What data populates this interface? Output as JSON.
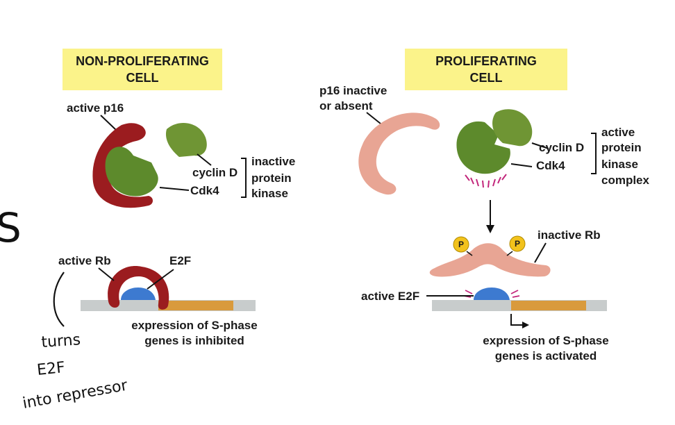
{
  "left_panel": {
    "title_line1": "NON-PROLIFERATING",
    "title_line2": "CELL",
    "p16_label": "active p16",
    "cyclin_label": "cyclin D",
    "cdk_label": "Cdk4",
    "complex_line1": "inactive",
    "complex_line2": "protein",
    "complex_line3": "kinase",
    "rb_label": "active Rb",
    "e2f_label": "E2F",
    "caption_line1": "expression of S-phase",
    "caption_line2": "genes is inhibited"
  },
  "right_panel": {
    "title_line1": "PROLIFERATING",
    "title_line2": "CELL",
    "p16_line1": "p16 inactive",
    "p16_line2": "or absent",
    "cyclin_label": "cyclin D",
    "cdk_label": "Cdk4",
    "complex_line1": "active",
    "complex_line2": "protein",
    "complex_line3": "kinase",
    "complex_line4": "complex",
    "phosphate_1": "P",
    "phosphate_2": "P",
    "rb_label": "inactive Rb",
    "e2f_label": "active E2F",
    "caption_line1": "expression of S-phase",
    "caption_line2": "genes is activated"
  },
  "handwriting": {
    "margin_letter": "S",
    "line1": "turns",
    "line2": "E2F",
    "line3": "into repressor"
  },
  "colors": {
    "title_bg": "#fbf38a",
    "p16_active": "#9b1c1f",
    "p16_inactive": "#e8a594",
    "cyclin": "#6f9534",
    "cdk": "#5d8a2c",
    "e2f": "#3d7ad0",
    "rb_active": "#9b1c1f",
    "rb_inactive": "#e8a594",
    "phosphate": "#f2c21c",
    "dna_gray": "#c8cccc",
    "dna_gene": "#d99a3c",
    "activity_rays": "#c2257a"
  }
}
